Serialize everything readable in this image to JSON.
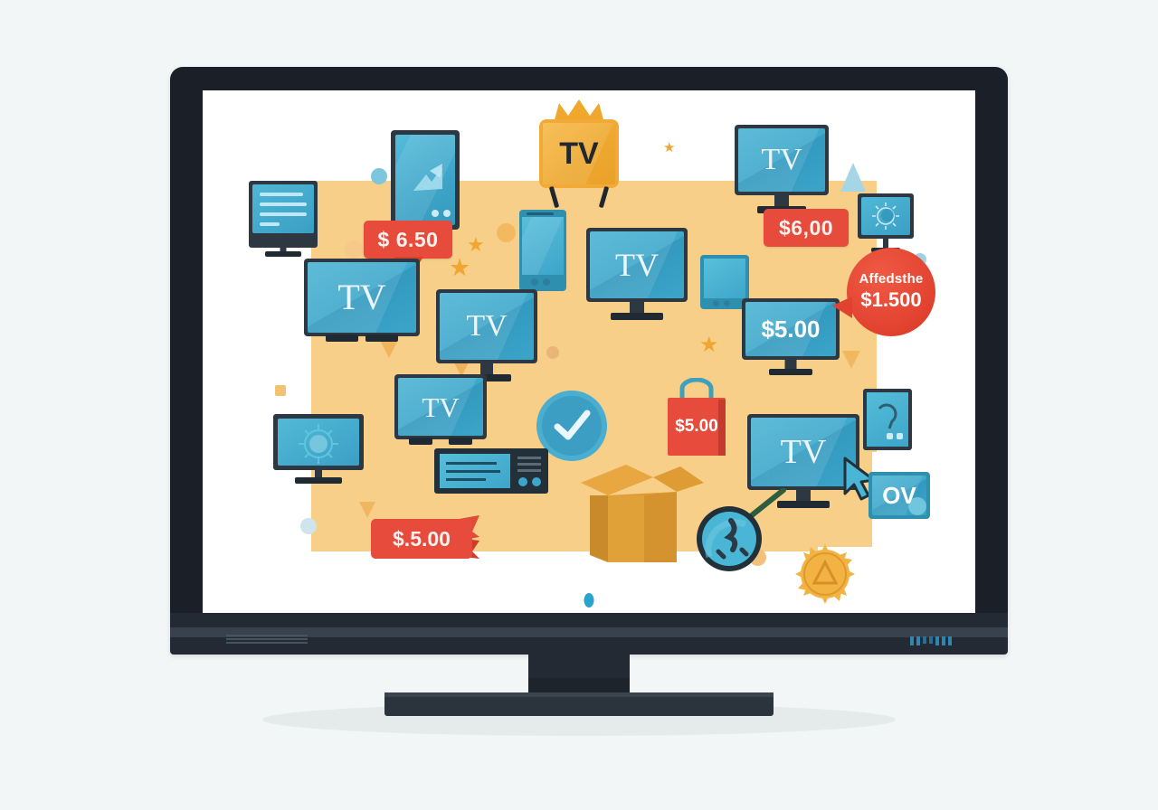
{
  "scene": {
    "title": "TV shopping deals illustration on desktop monitor",
    "device": "desktop-monitor",
    "screen_background": "#ffffff",
    "panel_color": "#f7cf88",
    "accent_teal": "#3fa8cb",
    "accent_red": "#e64b3c",
    "accent_orange": "#f2a935",
    "bezel_color": "#1b2028"
  },
  "labels": {
    "tv": "TV",
    "ov": "OV"
  },
  "price_tags": [
    {
      "id": "tag-650",
      "text": "$ 6.50",
      "style": "speech-bubble",
      "color": "#e64b3c"
    },
    {
      "id": "tag-600",
      "text": "$6,00",
      "style": "rounded-rect",
      "color": "#e64b3c"
    },
    {
      "id": "tag-500-a",
      "text": "$5.00",
      "style": "shopping-bag",
      "color": "#e64b3c"
    },
    {
      "id": "tag-500-b",
      "text": "$.5.00",
      "style": "ribbon",
      "color": "#e64b3c"
    }
  ],
  "screen_tags": [
    {
      "id": "screen-500",
      "text": "$5.00"
    }
  ],
  "promo_circle": {
    "headline": "Affedsthe",
    "price": "$1.500",
    "color": "#e1422f"
  },
  "tv_screens": [
    {
      "id": "tv-left-1",
      "label": "TV"
    },
    {
      "id": "tv-left-2",
      "label": "TV"
    },
    {
      "id": "tv-left-3",
      "label": "TV"
    },
    {
      "id": "tv-center",
      "label": "TV"
    },
    {
      "id": "tv-top-gold",
      "label": "TV"
    },
    {
      "id": "tv-top-right",
      "label": "TV"
    },
    {
      "id": "tv-bottom-right",
      "label": "TV"
    },
    {
      "id": "tv-ov",
      "label": "OV"
    }
  ],
  "icons": [
    {
      "name": "monitor-text-lines-icon"
    },
    {
      "name": "tablet-portrait-icon"
    },
    {
      "name": "smartphone-icon"
    },
    {
      "name": "tablet-small-icon"
    },
    {
      "name": "gear-monitor-icon"
    },
    {
      "name": "settings-monitor-icon"
    },
    {
      "name": "server-device-icon"
    },
    {
      "name": "open-box-icon"
    },
    {
      "name": "magnifier-icon"
    },
    {
      "name": "check-badge-icon"
    },
    {
      "name": "sun-badge-icon"
    },
    {
      "name": "crown-icon"
    },
    {
      "name": "cursor-arrow-icon"
    },
    {
      "name": "star-icon"
    }
  ],
  "monitor_hardware": {
    "power_led_color": "#2aa3cd",
    "indicator_count": 7
  }
}
